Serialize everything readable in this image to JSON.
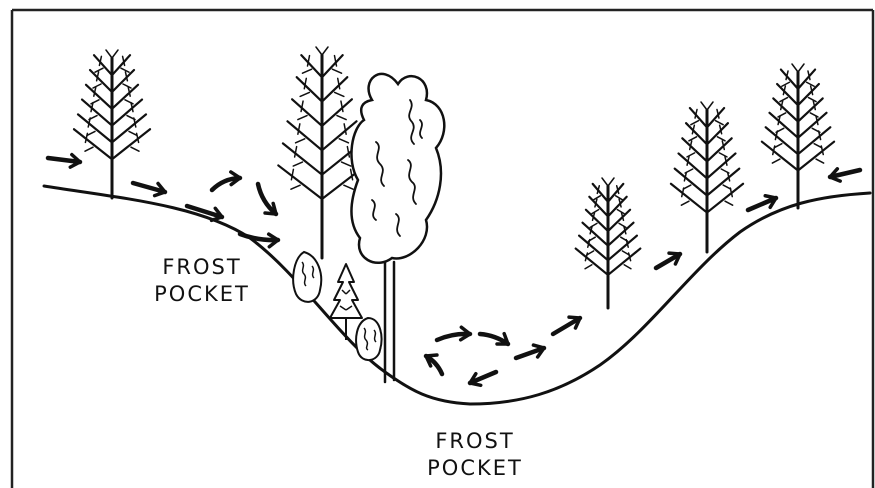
{
  "labels": {
    "frost_pocket_left_line1": "FROST",
    "frost_pocket_left_line2": "POCKET",
    "frost_pocket_bottom_line1": "FROST",
    "frost_pocket_bottom_line2": "POCKET"
  },
  "colors": {
    "ink": "#111111",
    "background": "#ffffff",
    "frame": "#222222"
  },
  "icons": [
    "bare-tree-icon",
    "leafy-tree-icon",
    "conifer-icon",
    "shrub-icon",
    "cold-air-arrow-icon"
  ]
}
